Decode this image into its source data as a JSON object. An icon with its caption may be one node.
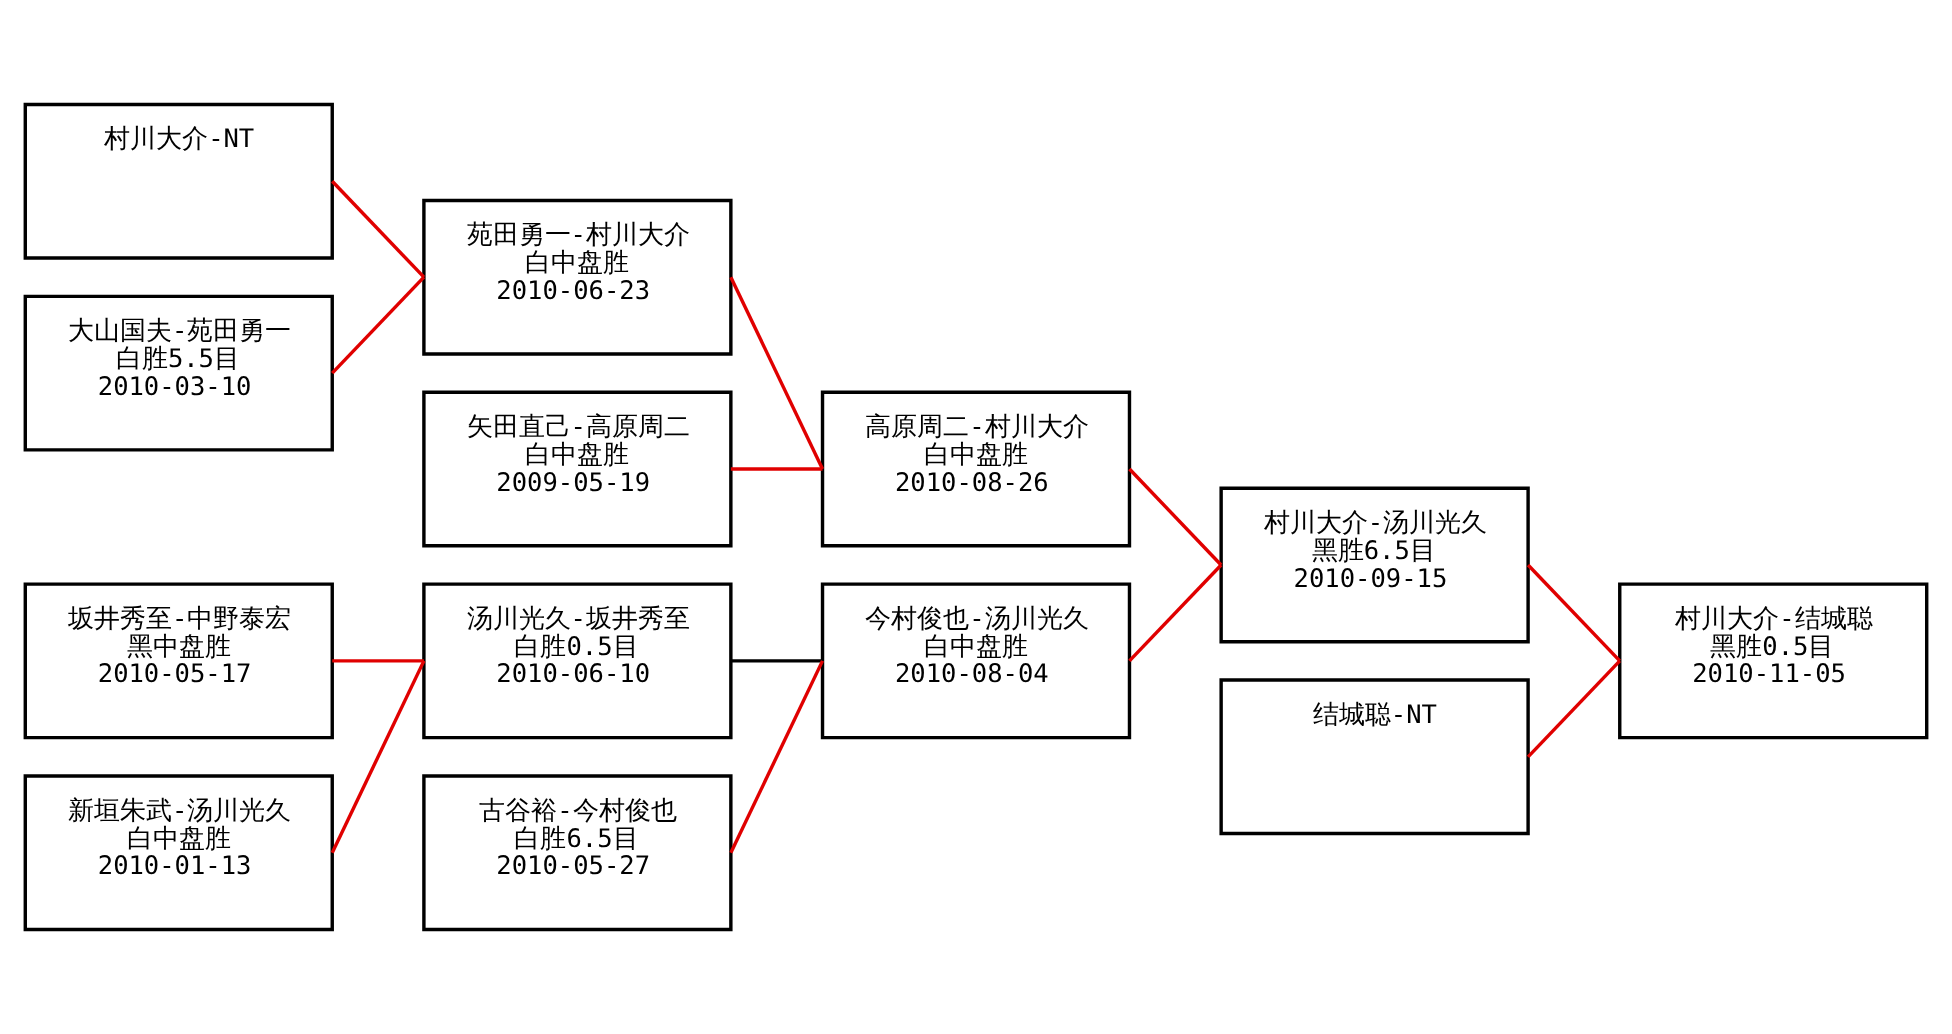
{
  "diagram": {
    "nodes": [
      {
        "text": [
          "村川大介-NT"
        ]
      },
      {
        "text": [
          "大山国夫-苑田勇一",
          "白胜5.5目",
          "2010-03-10"
        ]
      },
      {
        "text": [
          "坂井秀至-中野泰宏",
          "黑中盘胜",
          "2010-05-17"
        ]
      },
      {
        "text": [
          "新垣朱武-汤川光久",
          "白中盘胜",
          "2010-01-13"
        ]
      },
      {
        "text": [
          "苑田勇一-村川大介",
          "白中盘胜",
          "2010-06-23"
        ]
      },
      {
        "text": [
          "矢田直己-高原周二",
          "白中盘胜",
          "2009-05-19"
        ]
      },
      {
        "text": [
          "汤川光久-坂井秀至",
          "白胜0.5目",
          "2010-06-10"
        ]
      },
      {
        "text": [
          "古谷裕-今村俊也",
          "白胜6.5目",
          "2010-05-27"
        ]
      },
      {
        "text": [
          "高原周二-村川大介",
          "白中盘胜",
          "2010-08-26"
        ]
      },
      {
        "text": [
          "今村俊也-汤川光久",
          "白中盘胜",
          "2010-08-04"
        ]
      },
      {
        "text": [
          "村川大介-汤川光久",
          "黑胜6.5目",
          "2010-09-15"
        ]
      },
      {
        "text": [
          "结城聪-NT"
        ]
      },
      {
        "text": [
          "村川大介-结城聪",
          "黑胜0.5目",
          "2010-11-05"
        ]
      }
    ],
    "edges": [
      {
        "from": 0,
        "to": 4,
        "arrow": "none"
      },
      {
        "from": 1,
        "to": 4,
        "arrow": "none"
      },
      {
        "from": 2,
        "to": 6,
        "arrow": "none"
      },
      {
        "from": 3,
        "to": 6,
        "arrow": "none"
      },
      {
        "from": 4,
        "to": 8,
        "arrow": "none"
      },
      {
        "from": 5,
        "to": 8,
        "arrow": "none"
      },
      {
        "from": 6,
        "to": 9,
        "arrow": "none",
        "color": "#000000"
      },
      {
        "from": 7,
        "to": 9,
        "arrow": "none"
      },
      {
        "from": 8,
        "to": 10,
        "arrow": "none"
      },
      {
        "from": 9,
        "to": 10,
        "arrow": "none"
      },
      {
        "from": 10,
        "to": 12,
        "arrow": "none"
      },
      {
        "from": 11,
        "to": 12,
        "arrow": "none"
      }
    ]
  }
}
